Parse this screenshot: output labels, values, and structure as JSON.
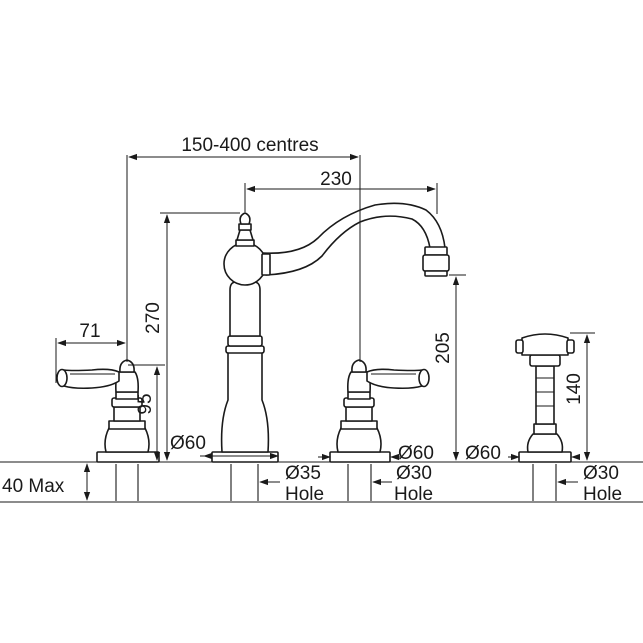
{
  "labels": {
    "centres": "150-400 centres",
    "reach": "230",
    "handle_span": "71",
    "spout_height": "270",
    "outlet_height": "205",
    "handle_height": "95",
    "spray_height": "140",
    "base_left": "Ø60",
    "base_mid": "Ø60",
    "base_spray": "Ø60",
    "hole_35": "Ø35",
    "hole_30_mid": "Ø30",
    "hole_30_right": "Ø30",
    "hole_word_1": "Hole",
    "hole_word_2": "Hole",
    "hole_word_3": "Hole",
    "deck_max": "40 Max"
  }
}
